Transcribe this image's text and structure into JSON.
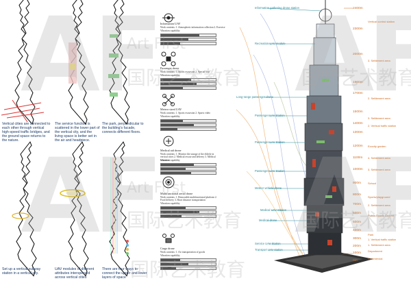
{
  "panels": [
    {
      "caption": "Vertical cities are connected to each other through vertical high-speed traffic bridges, and the ground space returns to the nature."
    },
    {
      "caption": "The service function is scattered in the lower part of the vertical city, and the living space is better set in the air and headpiece."
    },
    {
      "caption": "The park, perpendicular to the building's facade, connects different floors."
    },
    {
      "caption": "Set up a vertical subway station in a vertical city."
    },
    {
      "caption": "UAV modules of different attributes interspersed across vertical cities"
    },
    {
      "caption": "There are four ways to connect the upper and lower layers of space"
    }
  ],
  "drones": [
    {
      "title": "Information UAV",
      "work": "Work contents: 1. Atmospheric information collection 2. Exercise",
      "vibration": "Vibration capability"
    },
    {
      "title": "Passenger drone",
      "work": "Work contents: 1. Sports excursion 2. Special tour",
      "vibration": "Vibration capability"
    },
    {
      "title": "Meteor sized UAV",
      "work": "Work contents: 1. Sports excursion 2. Sports video",
      "vibration": "Vibration capability"
    },
    {
      "title": "Medical aid drone",
      "work": "Work contents: 1. Monitor the storage of the elderly in vertical cities 2. Medical rescue and delivery 3. Medical treatment",
      "vibration": "Vibration capability"
    },
    {
      "title": "Multifunctional aerial drone",
      "work": "Work contents: 1. Removable multifunctional platform 2. Food delivery 3. Short distance transportation",
      "vibration": "Vibration capability"
    },
    {
      "title": "Cargo drone",
      "work": "Work contents: 1. Air transportation of goods",
      "vibration": "Vibration capability"
    }
  ],
  "bar_values": [
    0.7,
    0.55,
    0.4,
    0.6,
    0.45,
    0.35
  ],
  "tower_labels": [
    "Information gathering drone station",
    "Recreation UAV module",
    "Long-range passenger drone",
    "Passenger UAV Station",
    "Passenger UAV Station",
    "Passenger UAV Station",
    "Meteor vehicle drone",
    "Medical UAV Station",
    "Medical drone",
    "Service UAV Station",
    "Transport UAV station"
  ],
  "heights": [
    {
      "value": "2400m",
      "label": "Vertical control station"
    },
    {
      "value": "2300m",
      "label": ""
    },
    {
      "value": "2000m",
      "label": "3. Settlement area"
    },
    {
      "value": "1900m",
      "label": ""
    },
    {
      "value": "1700m",
      "label": "2. Settlement area"
    },
    {
      "value": "1500m",
      "label": "3. Settlement area"
    },
    {
      "value": "1400m",
      "label": "2. Vertical traffic station"
    },
    {
      "value": "1300m",
      "label": ""
    },
    {
      "value": "1200m",
      "label": "Ecocity garden"
    },
    {
      "value": "1100m",
      "label": "4. Settlement area"
    },
    {
      "value": "1000m",
      "label": "3. Settlement area"
    },
    {
      "value": "900m",
      "label": "School"
    },
    {
      "value": "800m",
      "label": "Sports/playground"
    },
    {
      "value": "700m",
      "label": "2. Settlement area"
    },
    {
      "value": "600m",
      "label": "Public Sports Ground"
    },
    {
      "value": "500m",
      "label": ""
    },
    {
      "value": "400m",
      "label": "Park"
    },
    {
      "value": "300m",
      "label": "1. Vertical traffic station"
    },
    {
      "value": "200m",
      "label": "1. Settlement area"
    },
    {
      "value": "100m",
      "label": "Department"
    },
    {
      "value": "0m",
      "label": "Commercial"
    }
  ],
  "watermark": {
    "big": "AF",
    "latin": "Art   First",
    "cjk": "国际艺术教育"
  }
}
